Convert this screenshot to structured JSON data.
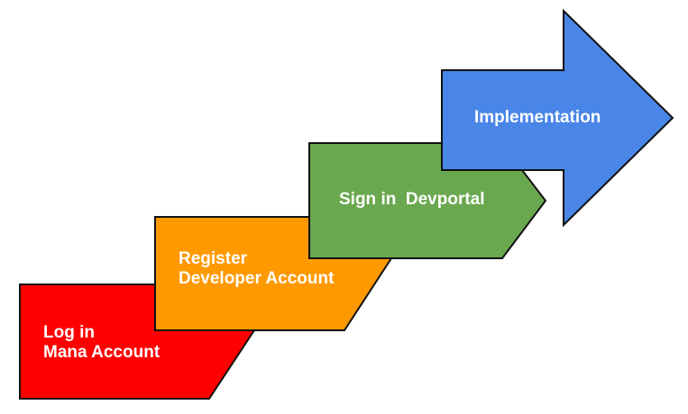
{
  "steps": [
    {
      "lines": [
        "Log in",
        "Mana Account"
      ],
      "color": "#ff0000"
    },
    {
      "lines": [
        "Register",
        "Developer Account"
      ],
      "color": "#ff9900"
    },
    {
      "lines": [
        "Sign in  Devportal"
      ],
      "color": "#6aa84f"
    },
    {
      "lines": [
        "Implementation"
      ],
      "color": "#4a86e8"
    }
  ]
}
